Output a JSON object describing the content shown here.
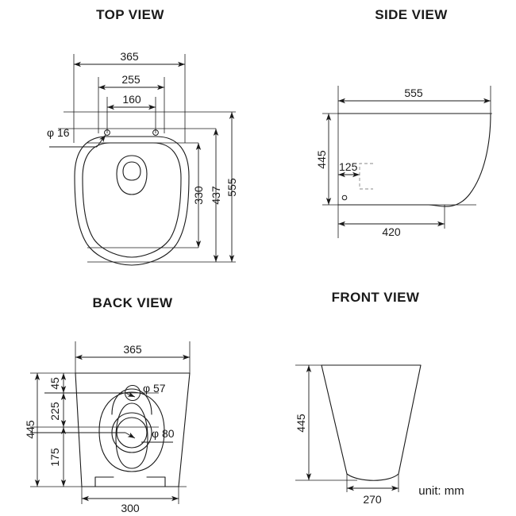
{
  "document": {
    "type": "technical-drawing",
    "subject": "wall-hung toilet pan",
    "unit_note": "unit: mm",
    "background_color": "#ffffff",
    "line_color": "#1a1a1a"
  },
  "views": {
    "top": {
      "title": "TOP VIEW",
      "dimensions": {
        "width_overall": "365",
        "width_mid": "255",
        "width_inner": "160",
        "depth_overall": "555",
        "depth_mid": "437",
        "depth_inner": "330",
        "hole_diameter": "φ 16"
      }
    },
    "side": {
      "title": "SIDE VIEW",
      "dimensions": {
        "length_overall": "555",
        "height_overall": "445",
        "inset": "125",
        "projection": "420"
      }
    },
    "back": {
      "title": "BACK VIEW",
      "dimensions": {
        "width_overall": "365",
        "height_overall": "445",
        "top_offset": "45",
        "mid_offset": "225",
        "bottom_offset": "175",
        "base_width": "300",
        "small_hole": "φ 57",
        "large_hole": "φ 80"
      }
    },
    "front": {
      "title": "FRONT  VIEW",
      "dimensions": {
        "height_overall": "445",
        "base_width": "270"
      }
    }
  }
}
